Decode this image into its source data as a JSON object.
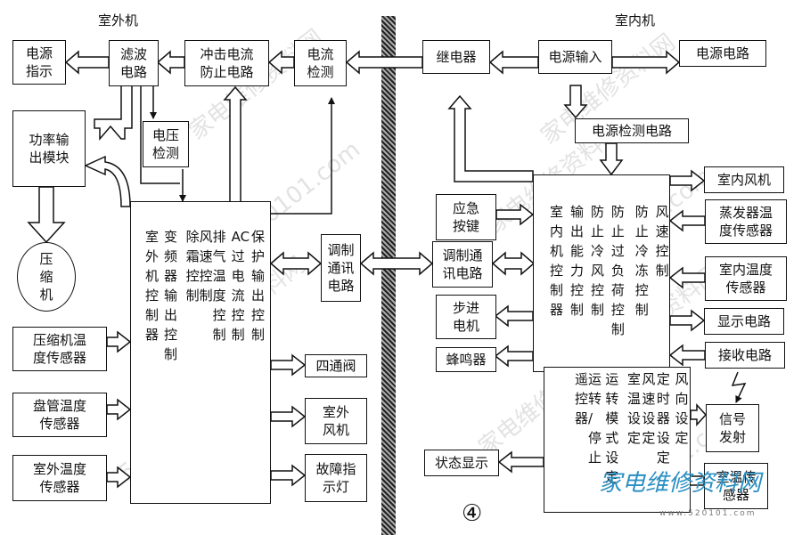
{
  "labels": {
    "outdoor_unit": "室外机",
    "indoor_unit": "室内机",
    "figure_number": "④"
  },
  "outdoor": {
    "power_indicator": "电源\n指示",
    "filter_circuit": "滤波\n电路",
    "surge_prevention": "冲击电流\n防止电路",
    "current_detection": "电流\n检测",
    "power_module": "功率输\n出模块",
    "voltage_detection": "电压\n检测",
    "compressor": "压\n缩\n机",
    "controller_lines": [
      "室外机控制器",
      "变频器输出控制",
      "除霜控制",
      "风速控制",
      "排气温度控制",
      "AC过电流控制",
      "保护输出控制"
    ],
    "modulation_comm": "调制\n通讯\n电路",
    "compressor_temp_sensor": "压缩机温\n度传感器",
    "coil_temp_sensor": "盘管温度\n传感器",
    "outdoor_temp_sensor": "室外温度\n传感器",
    "four_way_valve": "四通阀",
    "outdoor_fan": "室外\n风机",
    "fault_indicator": "故障指\n示灯"
  },
  "indoor": {
    "relay": "继电器",
    "power_input": "电源输入",
    "power_circuit": "电源电路",
    "power_detection": "电源检测电路",
    "controller_lines": [
      "室内机控制器",
      "输出能力控制",
      "防止冷风控制",
      "防止过负荷控制",
      "防止冷冻控制",
      "风速控制"
    ],
    "indoor_fan": "室内风机",
    "emergency_key": "应急\n按键",
    "evaporator_sensor": "蒸发器温\n度传感器",
    "modulation_comm": "调制通\n讯电路",
    "room_temp_sensor": "室内温度\n传感器",
    "stepper_motor": "步进\n电机",
    "display_circuit": "显示电路",
    "buzzer": "蜂鸣器",
    "receive_circuit": "接收电路",
    "remote_lines": [
      "遥控器",
      "运转 /停止",
      "运转模式设定",
      "室温设定",
      "风速设定",
      "定时器设定",
      "风向设定"
    ],
    "signal_emit": "信号\n发射",
    "status_display": "状态显示",
    "room_temp_sensor2": "室温传\n感器"
  },
  "watermarks": {
    "site_cn": "家电维修资料网",
    "site_num": "520101.com",
    "logo_text": "家电维修资料网",
    "logo_url": "www.520101.com"
  },
  "colors": {
    "logo": "#2a8fc2",
    "line": "#111111"
  }
}
